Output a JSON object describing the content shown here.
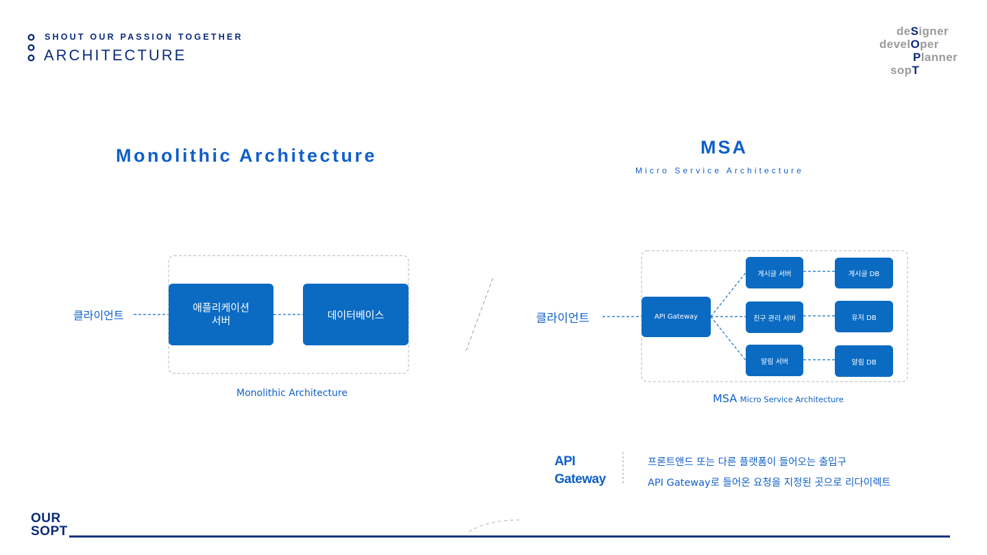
{
  "header": {
    "kicker": "SHOUT OUR PASSION TOGETHER",
    "title": "ARCHITECTURE"
  },
  "brand_logo": {
    "lines": [
      {
        "pre": "de",
        "hl": "S",
        "post": "igner"
      },
      {
        "pre": "devel",
        "hl": "O",
        "post": "per"
      },
      {
        "pre": "",
        "hl": "P",
        "post": "lanner"
      },
      {
        "pre": "sop",
        "hl": "T",
        "post": ""
      }
    ]
  },
  "monolithic": {
    "title": "Monolithic Architecture",
    "client_label": "클라이언트",
    "app_server_line1": "애플리케이션",
    "app_server_line2": "서버",
    "database": "데이터베이스",
    "caption": "Monolithic Architecture"
  },
  "msa": {
    "title": "MSA",
    "subtitle": "Micro Service Architecture",
    "client_label": "클라이언트",
    "gateway": "API Gateway",
    "servers": [
      "게시글 서버",
      "친구 관리 서버",
      "알림 서버"
    ],
    "dbs": [
      "게시글 DB",
      "유저 DB",
      "알림 DB"
    ],
    "caption_main": "MSA",
    "caption_sub": "Micro Service Architecture"
  },
  "gateway_note": {
    "term_line1": "API",
    "term_line2": "Gateway",
    "desc_line1": "프론트앤드 또는 다른 플랫폼이 들어오는 출입구",
    "desc_line2": "API Gateway로 들어온 요청을 지정된 곳으로 리다이렉트"
  },
  "footer": {
    "logo_line1": "OUR",
    "logo_line2": "SOPT"
  },
  "colors": {
    "navy": "#0b2a7a",
    "accent_blue": "#0f5fc8",
    "box_blue": "#0b6bc2",
    "gray": "#9a9a9a"
  }
}
